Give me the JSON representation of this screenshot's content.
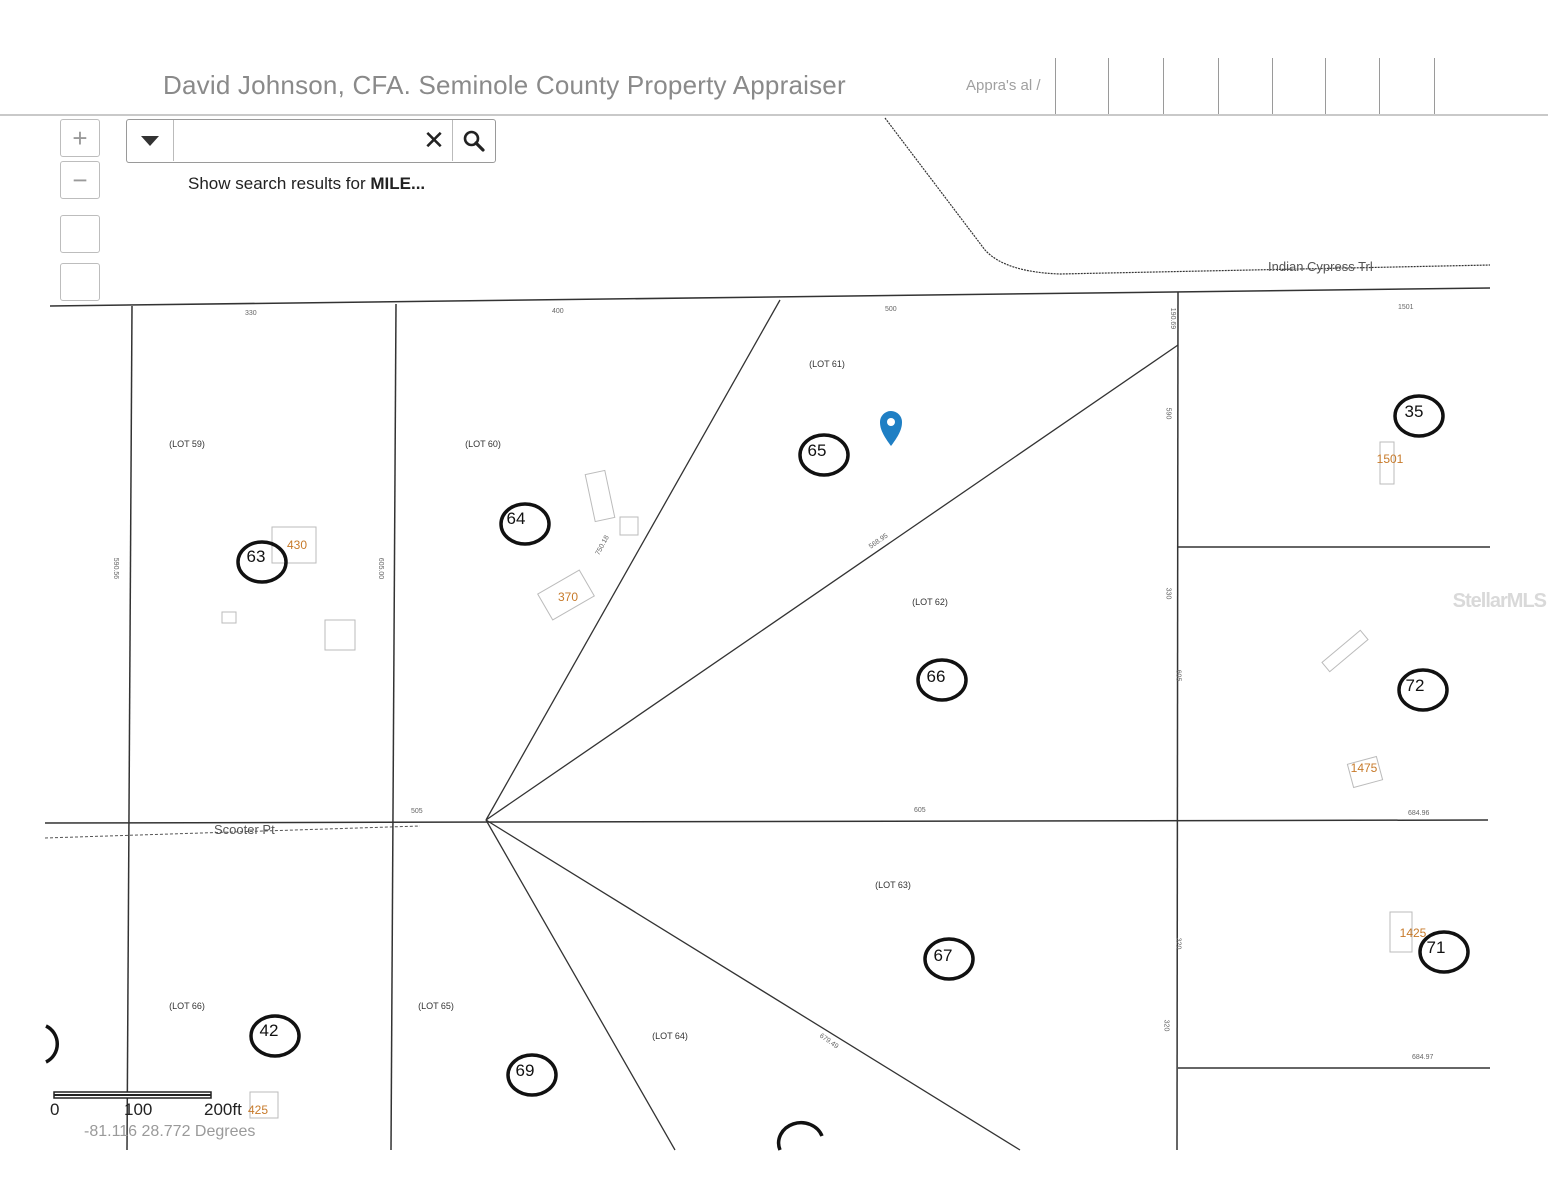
{
  "header": {
    "title": "David Johnson, CFA.  Seminole County Property Appraiser",
    "subtitle": "Appra's al /"
  },
  "controls": {
    "zoom_in": "+",
    "zoom_out": "−"
  },
  "search": {
    "placeholder": "",
    "clear_label": "✕",
    "hint_prefix": "Show search results for ",
    "hint_term": "MILE..."
  },
  "map": {
    "streets": [
      "Indian Cypress Trl",
      "Scooter Pt"
    ],
    "lot_numbers": [
      "63",
      "64",
      "65",
      "35",
      "66",
      "72",
      "67",
      "71",
      "42",
      "69"
    ],
    "lot_labels": [
      "(LOT 59)",
      "(LOT 60)",
      "(LOT 61)",
      "(LOT 62)",
      "(LOT 63)",
      "(LOT 66)",
      "(LOT 65)",
      "(LOT 64)"
    ],
    "addresses": [
      "430",
      "370",
      "1501",
      "1475",
      "1425",
      "425"
    ],
    "dimensions": [
      "330",
      "400",
      "500",
      "1501",
      "190.69",
      "590.56",
      "605.00",
      "750.18",
      "568.95",
      "590",
      "330",
      "605",
      "505",
      "605",
      "684.96",
      "320",
      "320",
      "679.49",
      "684.97"
    ],
    "pin_icon": "location-pin-icon",
    "watermark": "StellarMLS"
  },
  "scale": {
    "ticks": [
      "0",
      "100",
      "200ft"
    ],
    "coordinates": "-81.116 28.772 Degrees"
  }
}
